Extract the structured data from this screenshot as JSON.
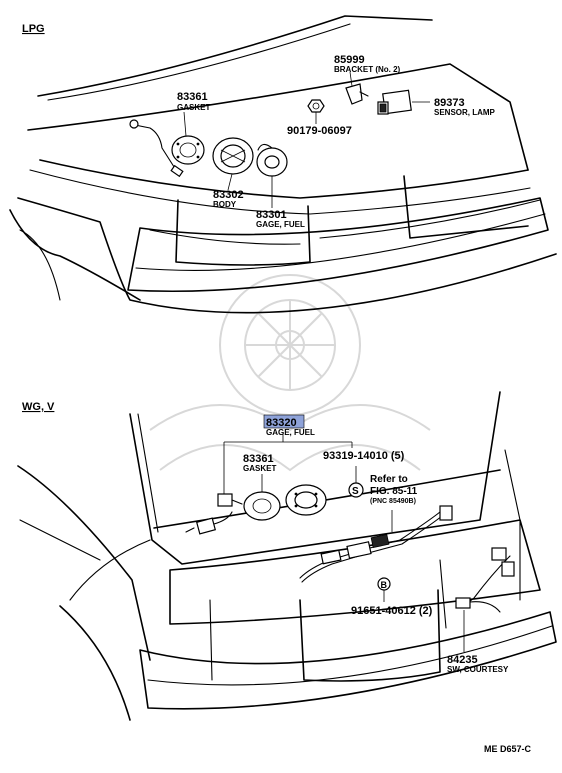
{
  "sections": {
    "top_label": "LPG",
    "bottom_label": "WG, V"
  },
  "parts_top": [
    {
      "number": "85999",
      "name": "BRACKET (No. 2)"
    },
    {
      "number": "83361",
      "name": "GASKET"
    },
    {
      "number": "90179-06097",
      "name": ""
    },
    {
      "number": "89373",
      "name": "SENSOR, LAMP"
    },
    {
      "number": "83302",
      "name": "BODY"
    },
    {
      "number": "83301",
      "name": "GAGE, FUEL"
    }
  ],
  "parts_bottom": [
    {
      "number": "83320",
      "name": "GAGE, FUEL"
    },
    {
      "number": "83361",
      "name": "GASKET"
    },
    {
      "number": "93319-14010 (5)",
      "name": ""
    },
    {
      "number": "91651-40612 (2)",
      "name": ""
    },
    {
      "number": "84235",
      "name": "SW, COURTESY"
    }
  ],
  "reference": {
    "line1": "Refer to",
    "line2": "FIG. 85-11",
    "line3": "(PNC 85490B)"
  },
  "markers": {
    "screw": "S",
    "bolt": "B"
  },
  "highlight_color": "#8fa3d9",
  "footer_code": "ME  D657-C"
}
